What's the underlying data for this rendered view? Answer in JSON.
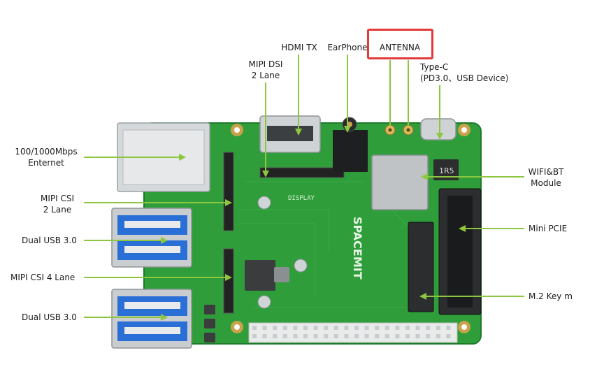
{
  "labels": {
    "hdmi_tx": "HDMI TX",
    "earphone": "EarPhone",
    "antenna": "ANTENNA",
    "mipi_dsi": "MIPI DSI\n2 Lane",
    "type_c": "Type-C\n(PD3.0、USB Device)",
    "ethernet": "100/1000Mbps\nEnternet",
    "mipi_csi_2": "MIPI CSI\n2 Lane",
    "dual_usb_top": "Dual USB 3.0",
    "mipi_csi_4": "MIPI CSI 4 Lane",
    "dual_usb_bottom": "Dual USB 3.0",
    "wifi_bt": "WIFI&BT\nModule",
    "mini_pcie": "Mini PCIE",
    "m2": "M.2 Key m"
  },
  "board_silkscreen": {
    "brand": "SPACEMIT",
    "display": "DISPLAY",
    "inductor": "1R5"
  },
  "colors": {
    "pcb": "#2f9e3a",
    "pcb_edge": "#1f7a2a",
    "callout_line": "#8dc63f",
    "highlight": "#e03a3a"
  }
}
